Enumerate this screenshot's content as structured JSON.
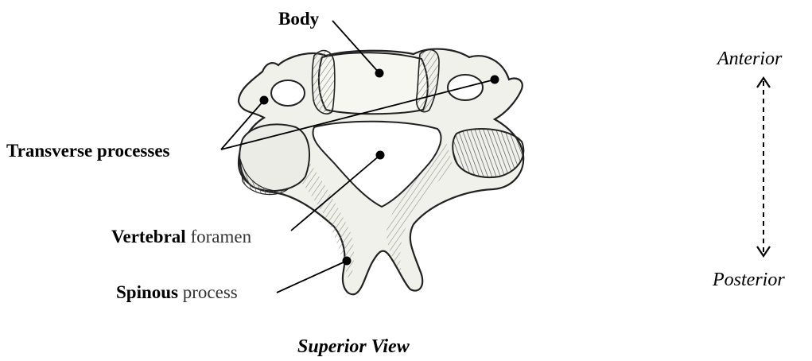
{
  "labels": {
    "body": "Body",
    "transverse": "Transverse processes",
    "vertebral_bold": "Vertebral",
    "vertebral_rest": " foramen",
    "spinous_bold": "Spinous",
    "spinous_rest": " process",
    "view": "Superior View",
    "anterior": "Anterior",
    "posterior": "Posterior"
  },
  "colors": {
    "ink": "#000000",
    "bone": "#f1f1ec",
    "bone_shade": "#8a8a84",
    "facet": "#5e5e58"
  }
}
